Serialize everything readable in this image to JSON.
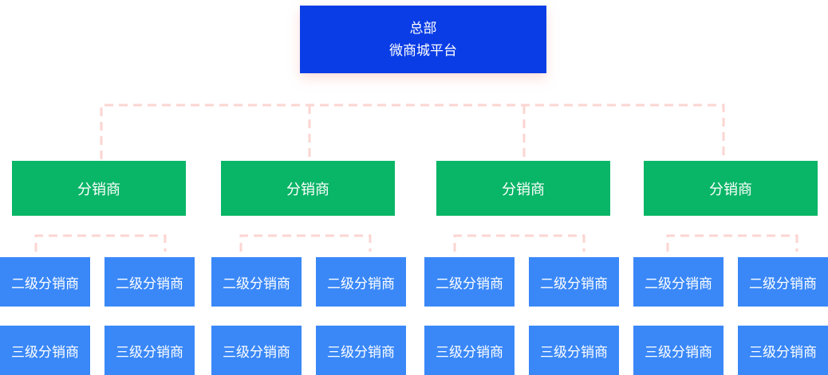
{
  "headquarters": {
    "line1": "总部",
    "line2": "微商城平台"
  },
  "distributors": [
    {
      "label": "分销商",
      "level2": [
        "二级分销商",
        "二级分销商"
      ],
      "level3": [
        "三级分销商",
        "三级分销商"
      ]
    },
    {
      "label": "分销商",
      "level2": [
        "二级分销商",
        "二级分销商"
      ],
      "level3": [
        "三级分销商",
        "三级分销商"
      ]
    },
    {
      "label": "分销商",
      "level2": [
        "二级分销商",
        "二级分销商"
      ],
      "level3": [
        "三级分销商",
        "三级分销商"
      ]
    },
    {
      "label": "分销商",
      "level2": [
        "二级分销商",
        "二级分销商"
      ],
      "level3": [
        "三级分销商",
        "三级分销商"
      ]
    }
  ],
  "colors": {
    "headquarters": "#0a3de5",
    "distributor": "#09b567",
    "sub_distributor": "#3a88f8",
    "connector": "#fbd6d2"
  }
}
